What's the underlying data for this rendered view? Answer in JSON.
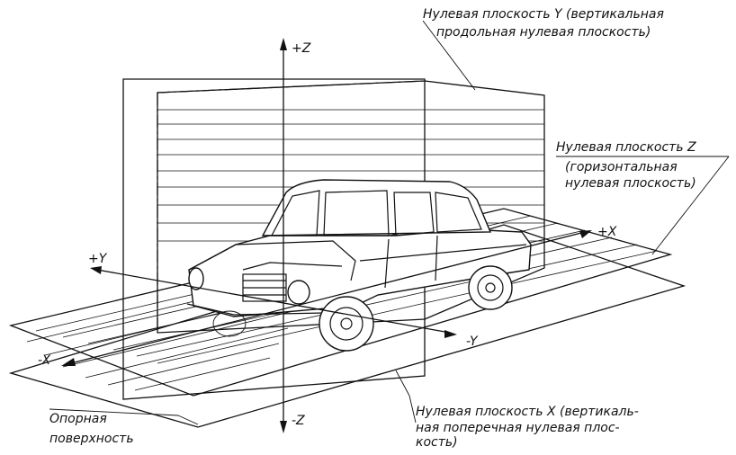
{
  "axes": {
    "plus_z": "+Z",
    "minus_z": "-Z",
    "plus_x": "+X",
    "minus_x": "-X",
    "plus_y": "+Y",
    "minus_y": "-Y"
  },
  "labels": {
    "plane_y_line1": "Нулевая плоскость Y (вертикальная",
    "plane_y_line2": "продольная нулевая плоскость)",
    "plane_z_line1": "Нулевая плоскость Z",
    "plane_z_line2": "(горизонтальная",
    "plane_z_line3": "нулевая плоскость)",
    "plane_x_line1": "Нулевая плоскость X (вертикаль-",
    "plane_x_line2": "ная поперечная нулевая плос-",
    "plane_x_line3": "кость)",
    "support_line1": "Опорная",
    "support_line2": "поверхность"
  }
}
